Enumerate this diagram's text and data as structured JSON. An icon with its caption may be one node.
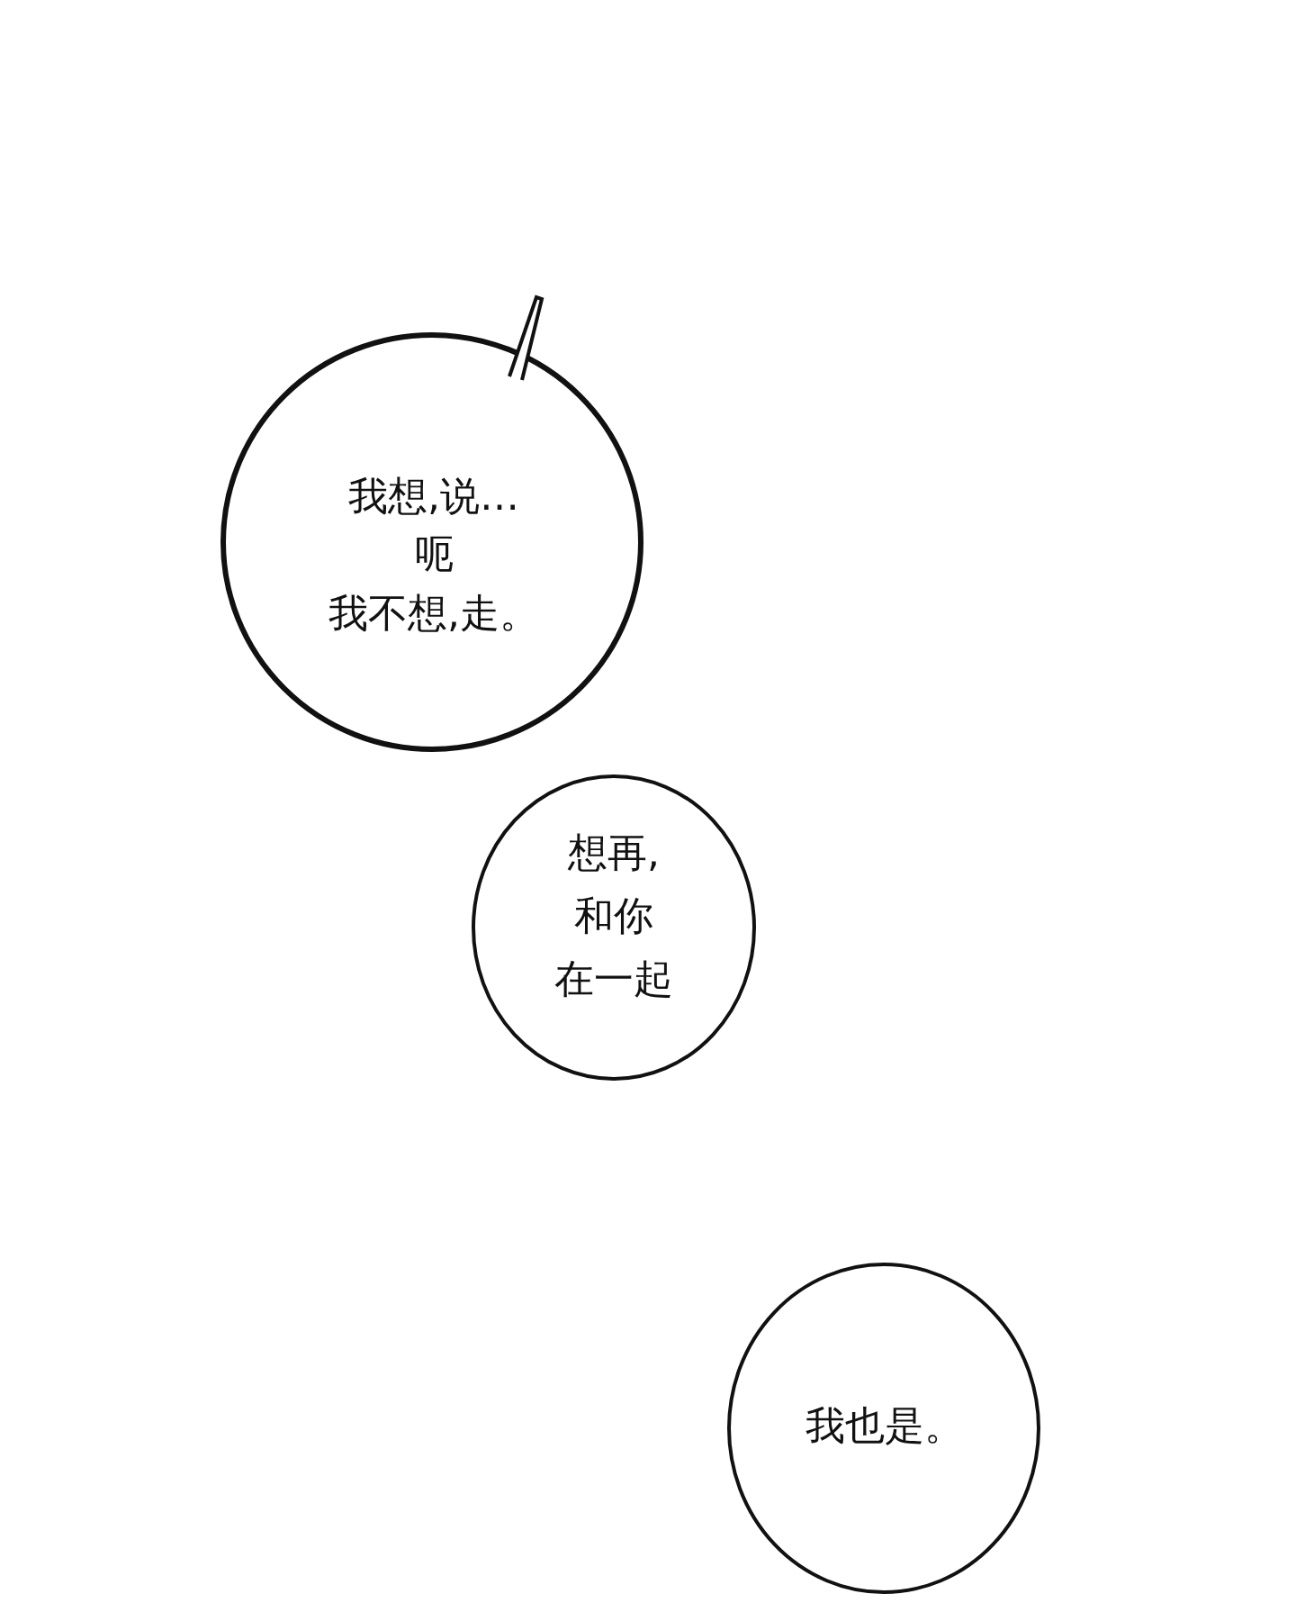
{
  "diagram": {
    "nodes": [
      {
        "text": [
          "我想,说…",
          "呃",
          "我不想,走。"
        ]
      },
      {
        "text": [
          "想再,",
          "和你",
          "在一起"
        ]
      },
      {
        "text": [
          "我也是。"
        ]
      }
    ]
  }
}
